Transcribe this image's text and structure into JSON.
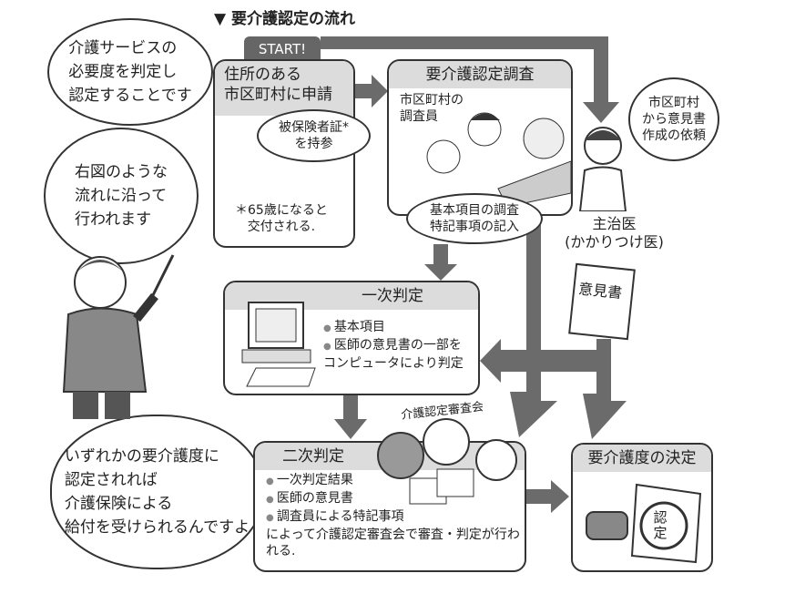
{
  "title": "▼ 要介護認定の流れ",
  "start_label": "START!",
  "speech": {
    "s1": [
      "介護サービスの",
      "必要度を判定し",
      "認定することです"
    ],
    "s2": [
      "右図のような",
      "流れに沿って",
      "行われます"
    ],
    "s3": [
      "いずれかの要介護度に",
      "認定されれば",
      "介護保険による",
      "給付を受けられるんですよ"
    ]
  },
  "step1": {
    "title": [
      "住所のある",
      "市区町村に申請"
    ],
    "bubble": [
      "被保険者証*",
      "を持参"
    ],
    "note": [
      "＊65歳になると",
      "交付される."
    ]
  },
  "step2": {
    "title": "要介護認定調査",
    "label": [
      "市区町村の",
      "調査員"
    ],
    "bubble": [
      "基本項目の調査",
      "特記事項の記入"
    ]
  },
  "doctor": {
    "bubble": [
      "市区町村",
      "から意見書",
      "作成の依頼"
    ],
    "label": [
      "主治医",
      "(かかりつけ医)"
    ],
    "paper": "意見書"
  },
  "step3": {
    "title": "一次判定",
    "items": [
      "基本項目",
      "医師の意見書の一部をコンピュータにより判定"
    ]
  },
  "committee": "介護認定審査会",
  "step4": {
    "title": "二次判定",
    "items": [
      "一次判定結果",
      "医師の意見書",
      "調査員による特記事項"
    ],
    "text": "によって介護認定審査会で審査・判定が行われる."
  },
  "step5": {
    "title": "要介護度の決定",
    "stamp": "認定"
  },
  "colors": {
    "arrow": "#6b6b6b",
    "header": "#dcdcdc"
  }
}
